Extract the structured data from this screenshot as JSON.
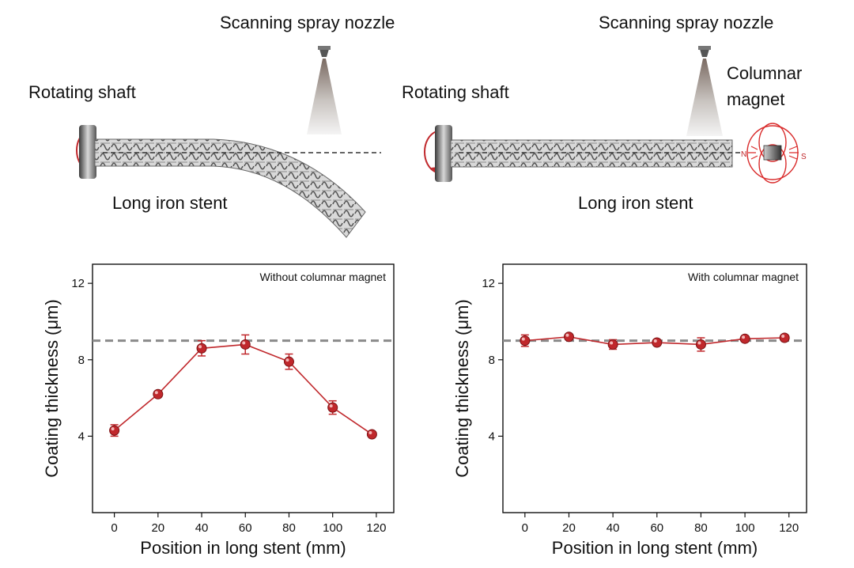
{
  "illustration": {
    "left": {
      "nozzle_label": "Scanning spray nozzle",
      "shaft_label": "Rotating shaft",
      "stent_label": "Long iron stent"
    },
    "right": {
      "nozzle_label": "Scanning spray nozzle",
      "shaft_label": "Rotating shaft",
      "magnet_label_line1": "Columnar",
      "magnet_label_line2": "magnet",
      "stent_label": "Long iron stent",
      "pole_n": "N",
      "pole_s": "S"
    },
    "colors": {
      "accent": "#c0282c",
      "dashed": "#8a8a8a",
      "metal": "#9a9a9a"
    }
  },
  "chart_data": [
    {
      "type": "line",
      "annotation": "Without columnar magnet",
      "xlabel": "Position in long stent (mm)",
      "ylabel": "Coating thickness (μm)",
      "xlim": [
        -10,
        128
      ],
      "ylim": [
        0,
        13
      ],
      "xticks": [
        0,
        20,
        40,
        60,
        80,
        100,
        120
      ],
      "yticks": [
        4,
        8,
        12
      ],
      "reference_line": 9.0,
      "series": [
        {
          "color": "#c0282c",
          "x": [
            0,
            20,
            40,
            60,
            80,
            100,
            118
          ],
          "y": [
            4.3,
            6.2,
            8.6,
            8.8,
            7.9,
            5.5,
            4.1
          ],
          "err": [
            0.3,
            0.1,
            0.4,
            0.5,
            0.4,
            0.35,
            0.12
          ]
        }
      ],
      "grid": false
    },
    {
      "type": "line",
      "annotation": "With columnar magnet",
      "xlabel": "Position in long stent (mm)",
      "ylabel": "Coating thickness (μm)",
      "xlim": [
        -10,
        128
      ],
      "ylim": [
        0,
        13
      ],
      "xticks": [
        0,
        20,
        40,
        60,
        80,
        100,
        120
      ],
      "yticks": [
        4,
        8,
        12
      ],
      "reference_line": 9.0,
      "series": [
        {
          "color": "#c0282c",
          "x": [
            0,
            20,
            40,
            60,
            80,
            100,
            118
          ],
          "y": [
            9.0,
            9.2,
            8.8,
            8.9,
            8.8,
            9.1,
            9.15
          ],
          "err": [
            0.3,
            0.15,
            0.25,
            0.15,
            0.35,
            0.15,
            0.15
          ]
        }
      ],
      "grid": false
    }
  ]
}
